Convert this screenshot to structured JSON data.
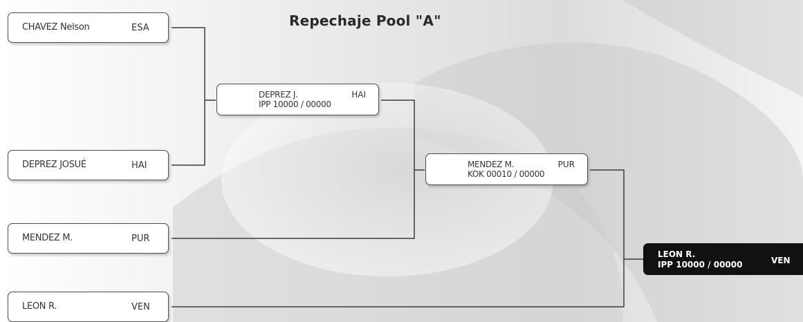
{
  "title": "Repechaje Pool \"A\"",
  "entrants": [
    {
      "name": "CHAVEZ  Nelson",
      "country": "ESA"
    },
    {
      "name": "DEPREZ JOSUÉ",
      "country": "HAI"
    },
    {
      "name": "MENDEZ M.",
      "country": "PUR"
    },
    {
      "name": "LEON R.",
      "country": "VEN"
    }
  ],
  "matches": [
    {
      "name": "DEPREZ J.",
      "country": "HAI",
      "score": "IPP  10000 / 00000"
    },
    {
      "name": "MENDEZ M.",
      "country": "PUR",
      "score": "KOK  00010 / 00000"
    }
  ],
  "winner": {
    "name": "LEON R.",
    "score": "IPP  10000 / 00000",
    "country": "VEN"
  },
  "colors": {
    "line": "#3a3a3a",
    "box_border": "#4a4a4a",
    "winner_bg": "#111111"
  }
}
